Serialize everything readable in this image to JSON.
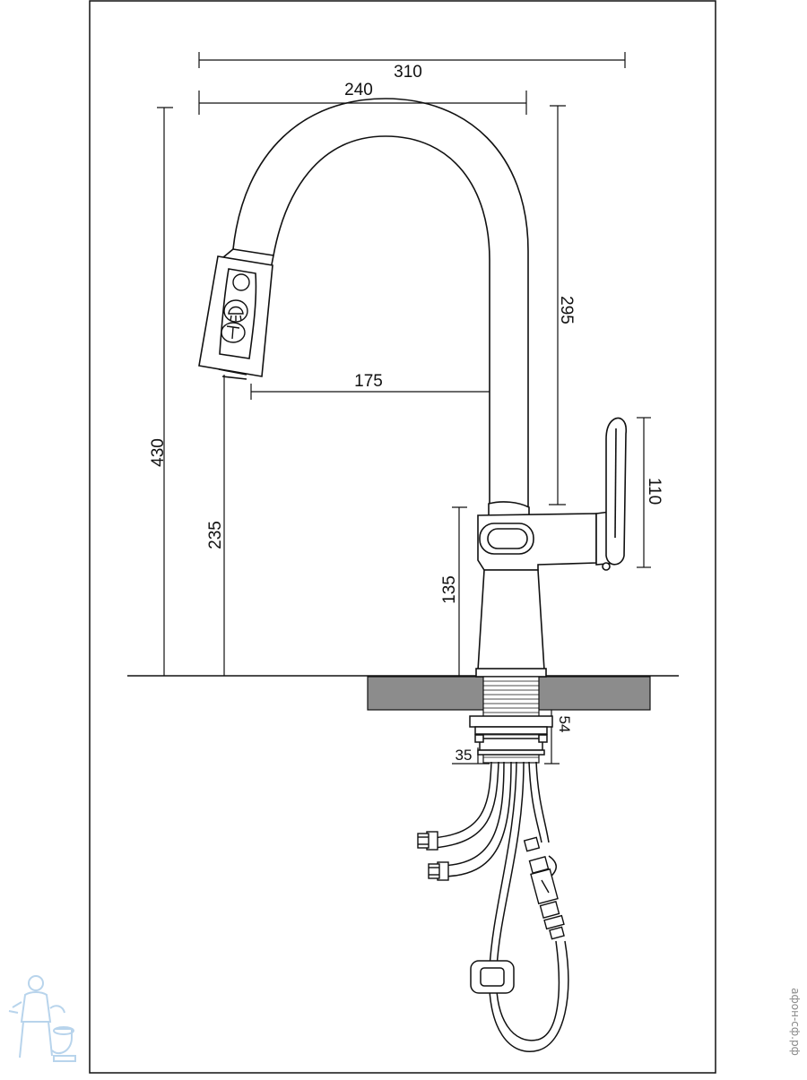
{
  "dimensions": {
    "total_width": "310",
    "spout_reach_outer": "240",
    "spout_reach_inner": "175",
    "spout_height": "295",
    "total_height": "430",
    "spray_height": "235",
    "body_height": "135",
    "handle_height": "110",
    "thread_length": "54",
    "thread_diameter": "35"
  },
  "watermark": {
    "text": "афон-сф.рф"
  },
  "colors": {
    "line": "#111111",
    "countertop": "#8c8c8c",
    "logo": "#b8d4ec"
  }
}
